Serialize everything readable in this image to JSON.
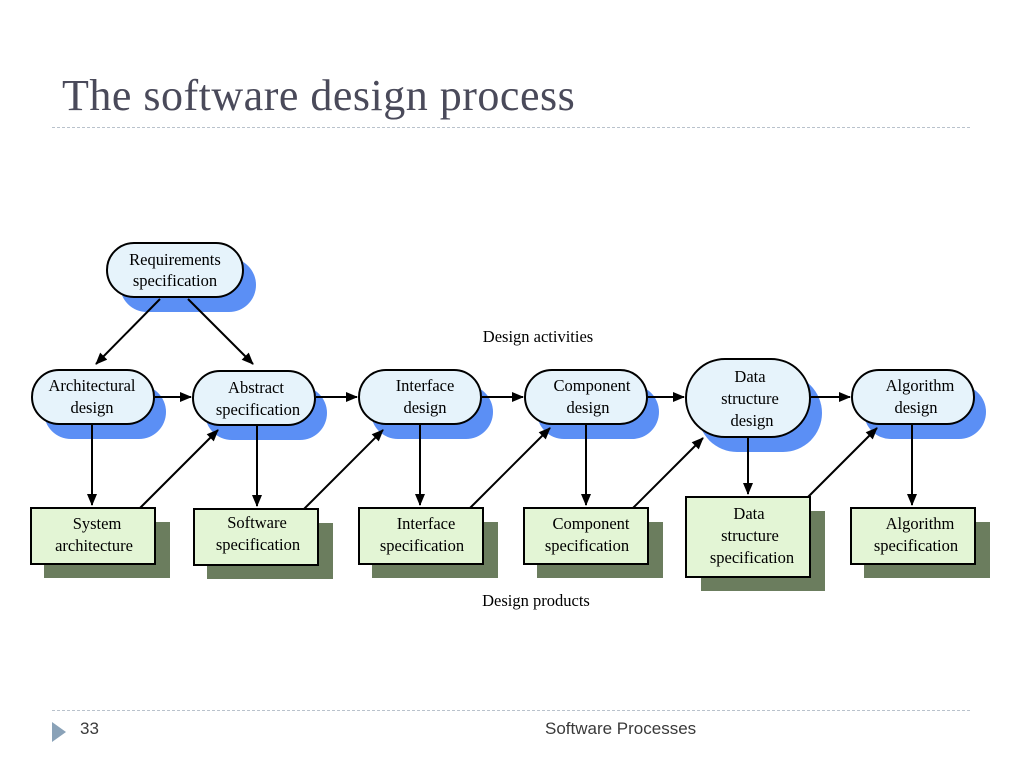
{
  "title": "The software design process",
  "requirements": {
    "line1": "Requirements",
    "line2": "specification"
  },
  "activities_label": "Design activities",
  "products_label": "Design products",
  "activities": [
    {
      "line1": "Architectural",
      "line2": "design"
    },
    {
      "line1": "Abstract",
      "line2": "specification"
    },
    {
      "line1": "Interface",
      "line2": "design"
    },
    {
      "line1": "Component",
      "line2": "design"
    },
    {
      "line1": "Data",
      "line2": "structure",
      "line3": "design"
    },
    {
      "line1": "Algorithm",
      "line2": "design"
    }
  ],
  "products": [
    {
      "line1": "System",
      "line2": "architecture"
    },
    {
      "line1": "Software",
      "line2": "specification"
    },
    {
      "line1": "Interface",
      "line2": "specification"
    },
    {
      "line1": "Component",
      "line2": "specification"
    },
    {
      "line1": "Data",
      "line2": "structure",
      "line3": "specification"
    },
    {
      "line1": "Algorithm",
      "line2": "specification"
    }
  ],
  "footer": {
    "page_number": "33",
    "section": "Software Processes"
  },
  "colors": {
    "activity_fill": "#e6f3fb",
    "activity_shadow": "#5b8ff5",
    "product_fill": "#e3f5d5",
    "product_shadow": "#6b7d5e"
  }
}
